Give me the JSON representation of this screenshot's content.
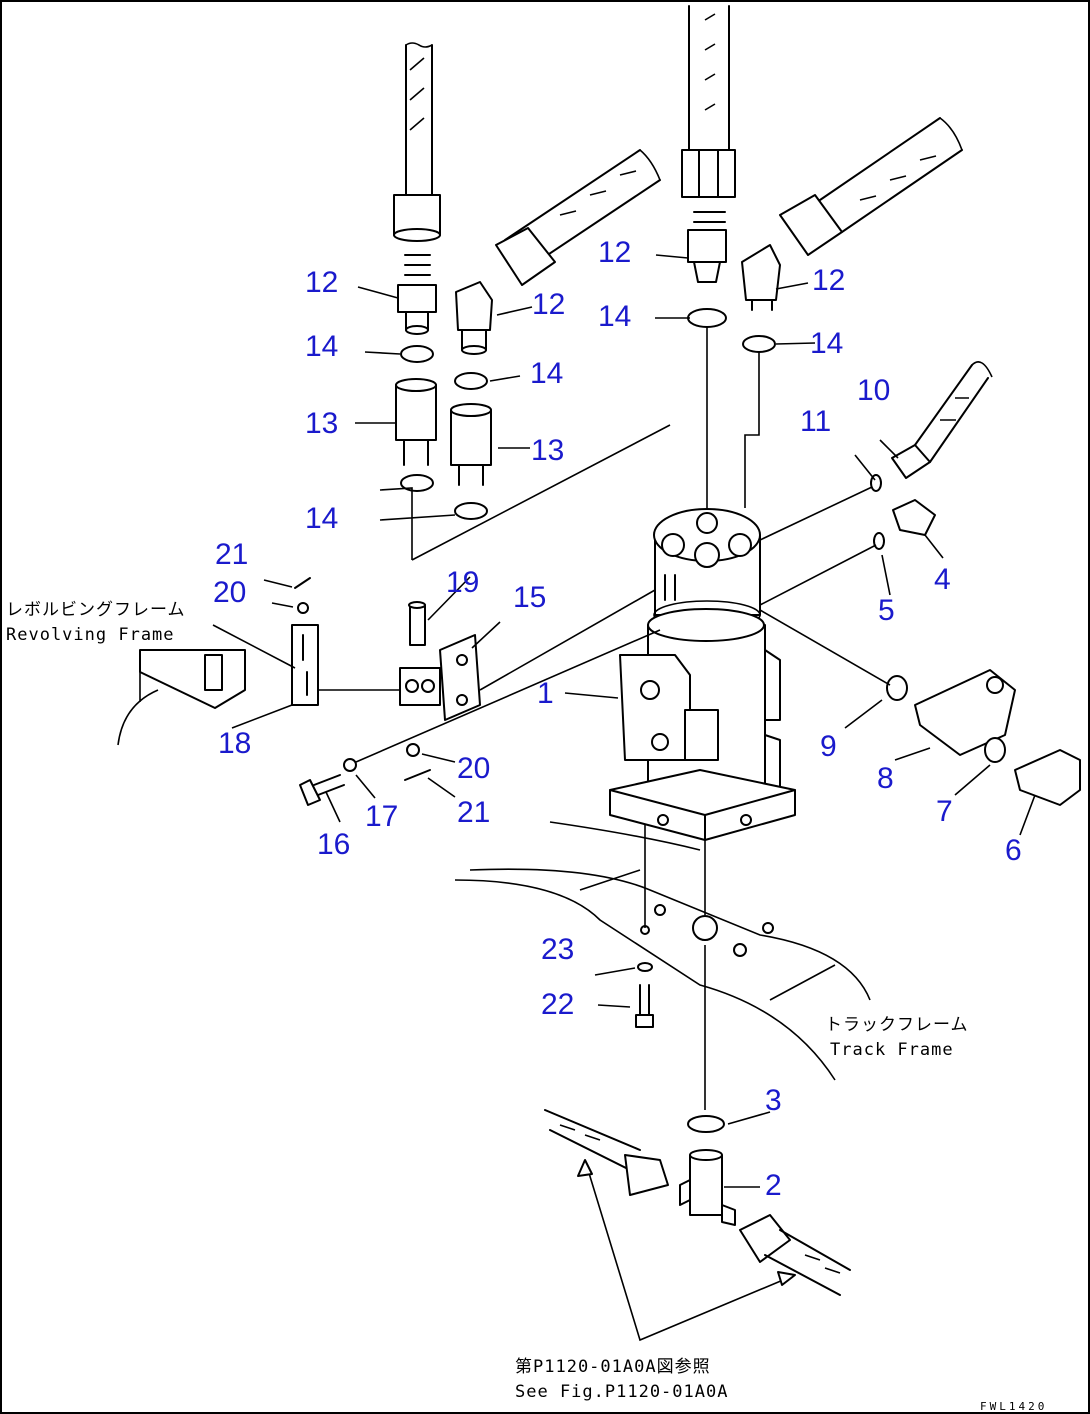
{
  "labels": {
    "n1": "1",
    "n2": "2",
    "n3": "3",
    "n4": "4",
    "n5": "5",
    "n6": "6",
    "n7": "7",
    "n8": "8",
    "n9": "9",
    "n10": "10",
    "n11": "11",
    "n12a": "12",
    "n12b": "12",
    "n12c": "12",
    "n12d": "12",
    "n13a": "13",
    "n13b": "13",
    "n14a": "14",
    "n14b": "14",
    "n14c": "14",
    "n14d": "14",
    "n14e": "14",
    "n15": "15",
    "n16": "16",
    "n17": "17",
    "n18": "18",
    "n19": "19",
    "n20a": "20",
    "n20b": "20",
    "n21a": "21",
    "n21b": "21",
    "n22": "22",
    "n23": "23"
  },
  "notes": {
    "revolving_frame_jp": "レボルビングフレーム",
    "revolving_frame_en": "Revolving Frame",
    "track_frame_jp": "トラックフレーム",
    "track_frame_en": "Track Frame",
    "see_fig_jp": "第P1120-01A0A図参照",
    "see_fig_en": "See Fig.P1120-01A0A",
    "drawing_code": "FWL1420"
  }
}
